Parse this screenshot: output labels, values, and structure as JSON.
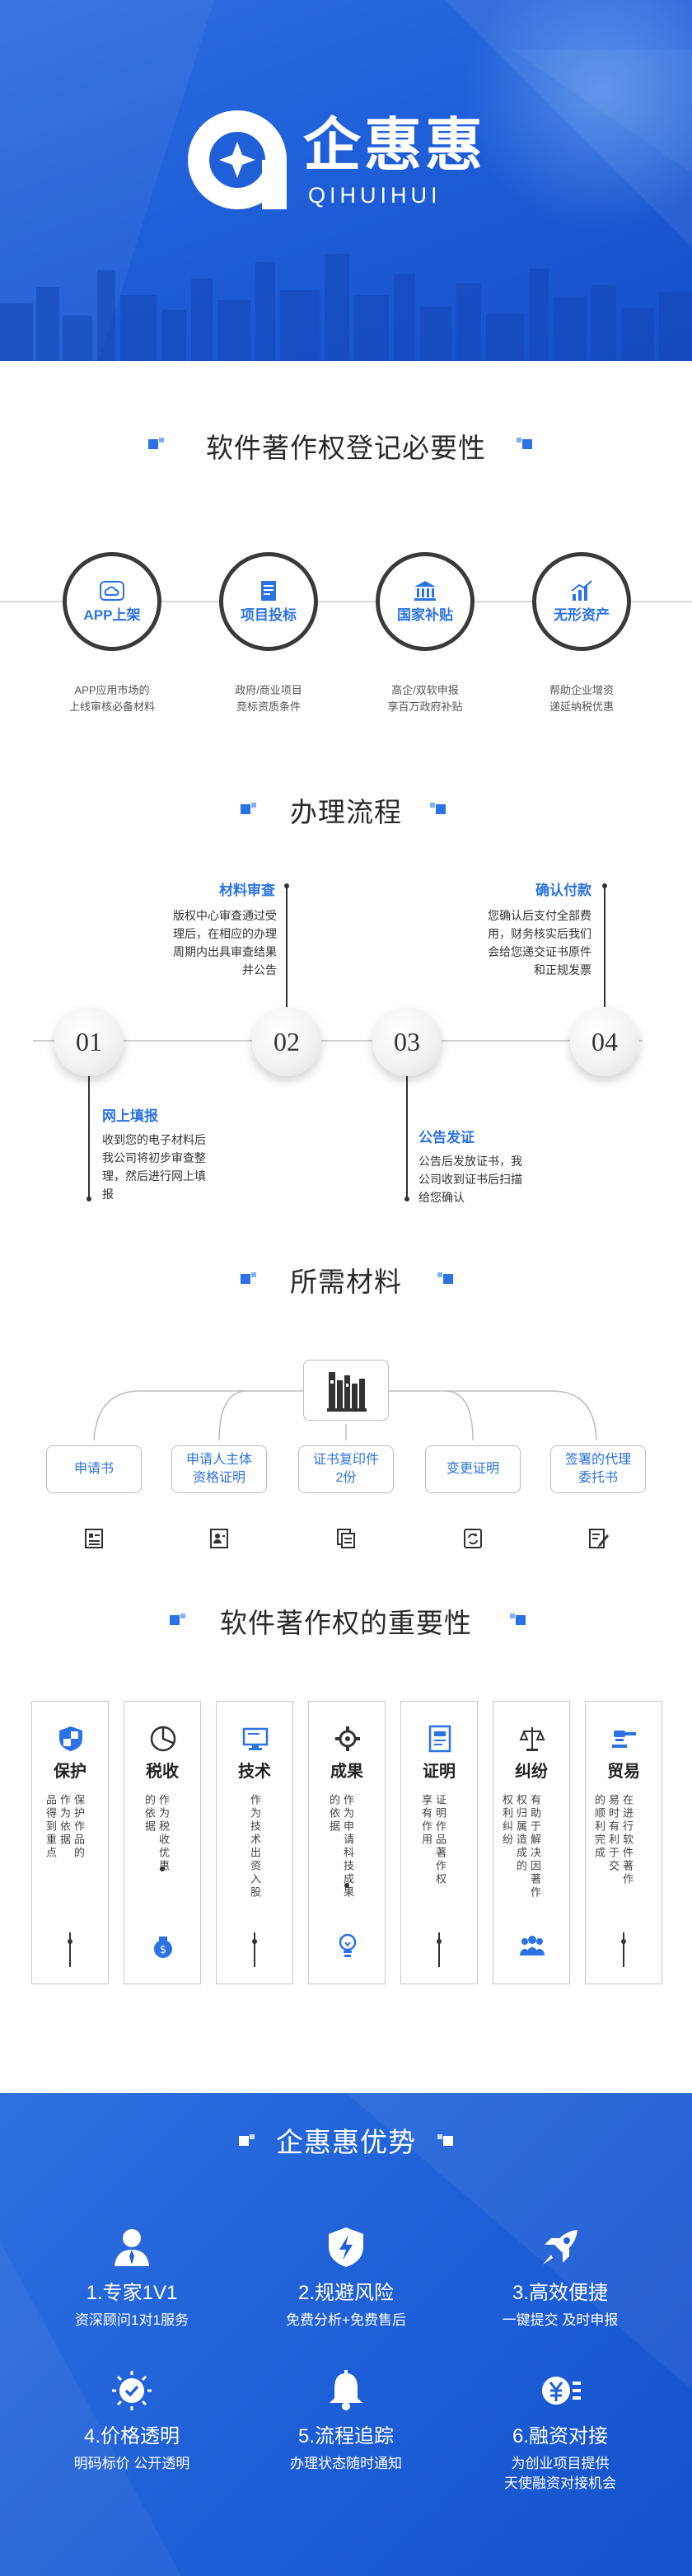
{
  "header": {
    "brand": "企惠惠",
    "brand_latin": "QIHUIHUI"
  },
  "colors": {
    "accent": "#2b72e4",
    "hero_blue": "#1f5fd8",
    "text_dark": "#2a2a2a"
  },
  "necessity": {
    "title": "软件著作权登记必要性",
    "items": [
      {
        "label": "APP上架",
        "icon": "cloud-icon",
        "desc": [
          "APP应用市场的",
          "上线审核必备材料"
        ]
      },
      {
        "label": "项目投标",
        "icon": "document-icon",
        "desc": [
          "政府/商业项目",
          "竞标资质条件"
        ]
      },
      {
        "label": "国家补贴",
        "icon": "bank-icon",
        "desc": [
          "高企/双软申报",
          "享百万政府补贴"
        ]
      },
      {
        "label": "无形资产",
        "icon": "growth-chart-icon",
        "desc": [
          "帮助企业增资",
          "递延纳税优惠"
        ]
      }
    ]
  },
  "process": {
    "title": "办理流程",
    "numbers": [
      "01",
      "02",
      "03",
      "04"
    ],
    "steps": [
      {
        "title": "网上填报",
        "lines": [
          "收到您的电子材料后",
          "我公司将初步审查整",
          "理，然后进行网上填",
          "报"
        ]
      },
      {
        "title": "材料审查",
        "lines": [
          "版权中心审查通过受",
          "理后，在相应的办理",
          "周期内出具审查结果",
          "并公告"
        ]
      },
      {
        "title": "公告发证",
        "lines": [
          "公告后发放证书，我",
          "公司收到证书后扫描",
          "给您确认"
        ]
      },
      {
        "title": "确认付款",
        "lines": [
          "您确认后支付全部费",
          "用，财务核实后我们",
          "会给您递交证书原件",
          "和正规发票"
        ]
      }
    ]
  },
  "materials": {
    "title": "所需材料",
    "items": [
      {
        "lines": [
          "申请书"
        ],
        "icon": "form-icon"
      },
      {
        "lines": [
          "申请人主体",
          "资格证明"
        ],
        "icon": "id-card-icon"
      },
      {
        "lines": [
          "证书复印件",
          "2份"
        ],
        "icon": "copy-icon"
      },
      {
        "lines": [
          "变更证明"
        ],
        "icon": "refresh-doc-icon"
      },
      {
        "lines": [
          "签署的代理",
          "委托书"
        ],
        "icon": "sign-doc-icon"
      }
    ]
  },
  "importance": {
    "title": "软件著作权的重要性",
    "cards": [
      {
        "title": "保护",
        "columns": [
          "保护作品的",
          "作为依据",
          "品得到重点"
        ],
        "top_icon": "shield-icon",
        "bottom_icon": ""
      },
      {
        "title": "税收",
        "columns": [
          "作为税收优惠",
          "的依据"
        ],
        "top_icon": "money-pie-icon",
        "bottom_icon": "money-bag-icon"
      },
      {
        "title": "技术",
        "columns": [
          "作为技术出资入股"
        ],
        "top_icon": "monitor-icon",
        "bottom_icon": ""
      },
      {
        "title": "成果",
        "columns": [
          "作为申请科技成果",
          "的依据"
        ],
        "top_icon": "gear-icon",
        "bottom_icon": "lightbulb-icon"
      },
      {
        "title": "证明",
        "columns": [
          "证明作品著作权",
          "享有作用"
        ],
        "top_icon": "certificate-icon",
        "bottom_icon": ""
      },
      {
        "title": "纠纷",
        "columns": [
          "有助于解决因著作",
          "权归属造成的",
          "权利纠纷"
        ],
        "top_icon": "balance-icon",
        "bottom_icon": "people-icon"
      },
      {
        "title": "贸易",
        "columns": [
          "在进行软件著作",
          "易时有利于交",
          "的顺利完成"
        ],
        "top_icon": "gavel-icon",
        "bottom_icon": ""
      }
    ]
  },
  "advantages": {
    "title": "企惠惠优势",
    "items": [
      {
        "name": "1.专家1V1",
        "desc": [
          "资深顾问1对1服务"
        ],
        "icon": "expert-icon"
      },
      {
        "name": "2.规避风险",
        "desc": [
          "免费分析+免费售后"
        ],
        "icon": "shield-bolt-icon"
      },
      {
        "name": "3.高效便捷",
        "desc": [
          "一键提交 及时申报"
        ],
        "icon": "rocket-icon"
      },
      {
        "name": "4.价格透明",
        "desc": [
          "明码标价 公开透明"
        ],
        "icon": "badge-check-icon"
      },
      {
        "name": "5.流程追踪",
        "desc": [
          "办理状态随时通知"
        ],
        "icon": "bell-icon"
      },
      {
        "name": "6.融资对接",
        "desc": [
          "为创业项目提供",
          "天使融资对接机会"
        ],
        "icon": "yuan-icon"
      }
    ]
  }
}
